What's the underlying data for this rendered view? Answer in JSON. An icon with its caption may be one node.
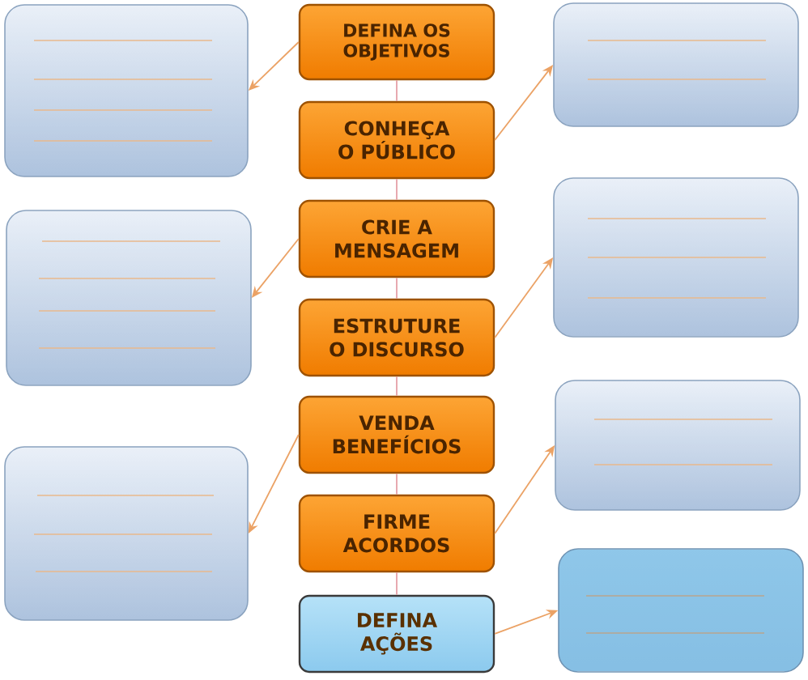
{
  "diagram": {
    "nodes": [
      {
        "text": [
          "DEFINA OS OBJETIVOS"
        ]
      },
      {
        "text": [
          "CONHEÇA O PÚBLICO"
        ]
      },
      {
        "text": [
          "CRIE A MENSAGEM"
        ]
      },
      {
        "text": [
          "ESTRUTURE O DISCURSO"
        ]
      },
      {
        "text": [
          "VENDA BENEFÍCIOS"
        ]
      },
      {
        "text": [
          "FIRME ACORDOS"
        ]
      },
      {
        "text": [
          "DEFINA AÇÕES"
        ]
      },
      {
        "text": [],
        "shape": "box"
      },
      {
        "text": [],
        "shape": "box"
      },
      {
        "text": [],
        "shape": "box"
      },
      {
        "text": [],
        "shape": "box"
      },
      {
        "text": [],
        "shape": "box"
      },
      {
        "text": [],
        "shape": "box"
      },
      {
        "text": [],
        "shape": "box"
      }
    ],
    "edges": [
      {
        "from": 0,
        "to": 1,
        "arrow": "none",
        "color": "#e6a0a8"
      },
      {
        "from": 1,
        "to": 2,
        "arrow": "none",
        "color": "#e6a0a8"
      },
      {
        "from": 2,
        "to": 3,
        "arrow": "none",
        "color": "#e6a0a8"
      },
      {
        "from": 3,
        "to": 4,
        "arrow": "none",
        "color": "#e6a0a8"
      },
      {
        "from": 4,
        "to": 5,
        "arrow": "none",
        "color": "#e6a0a8"
      },
      {
        "from": 5,
        "to": 6,
        "arrow": "none",
        "color": "#e6a0a8"
      },
      {
        "from": 0,
        "to": 7,
        "arrow": "to"
      },
      {
        "from": 1,
        "to": 10,
        "arrow": "to"
      },
      {
        "from": 2,
        "to": 8,
        "arrow": "to"
      },
      {
        "from": 3,
        "to": 11,
        "arrow": "to"
      },
      {
        "from": 4,
        "to": 9,
        "arrow": "to"
      },
      {
        "from": 5,
        "to": 12,
        "arrow": "to"
      },
      {
        "from": 6,
        "to": 13,
        "arrow": "to"
      }
    ]
  }
}
